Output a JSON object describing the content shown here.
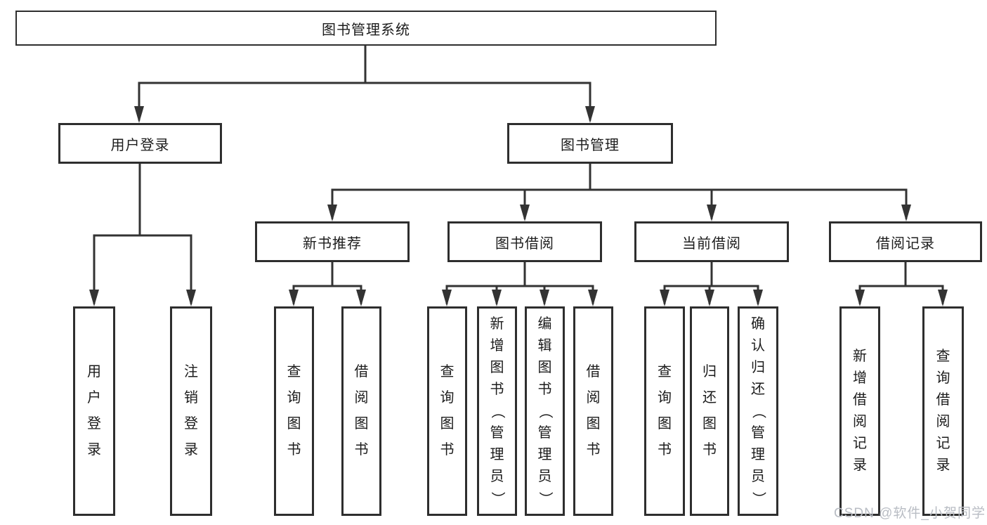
{
  "diagram": {
    "title": "图书管理系统",
    "nodes": [
      {
        "id": "root",
        "label": "图书管理系统",
        "level": 1,
        "parent": null
      },
      {
        "id": "user-login",
        "label": "用户登录",
        "level": 2,
        "parent": "root"
      },
      {
        "id": "book-mgmt",
        "label": "图书管理",
        "level": 2,
        "parent": "root"
      },
      {
        "id": "leaf-user-login",
        "label": "用户登录",
        "level": 3,
        "parent": "user-login"
      },
      {
        "id": "leaf-logout",
        "label": "注销登录",
        "level": 3,
        "parent": "user-login"
      },
      {
        "id": "new-book-rec",
        "label": "新书推荐",
        "level": 3,
        "parent": "book-mgmt"
      },
      {
        "id": "book-borrow",
        "label": "图书借阅",
        "level": 3,
        "parent": "book-mgmt"
      },
      {
        "id": "current-borrow",
        "label": "当前借阅",
        "level": 3,
        "parent": "book-mgmt"
      },
      {
        "id": "borrow-records",
        "label": "借阅记录",
        "level": 3,
        "parent": "book-mgmt"
      },
      {
        "id": "nbr-query",
        "label": "查询图书",
        "level": 4,
        "parent": "new-book-rec"
      },
      {
        "id": "nbr-borrow",
        "label": "借阅图书",
        "level": 4,
        "parent": "new-book-rec"
      },
      {
        "id": "bb-query",
        "label": "查询图书",
        "level": 4,
        "parent": "book-borrow"
      },
      {
        "id": "bb-add",
        "label": "新增图书（管理员）",
        "level": 4,
        "parent": "book-borrow"
      },
      {
        "id": "bb-edit",
        "label": "编辑图书（管理员）",
        "level": 4,
        "parent": "book-borrow"
      },
      {
        "id": "bb-borrow",
        "label": "借阅图书",
        "level": 4,
        "parent": "book-borrow"
      },
      {
        "id": "cb-query",
        "label": "查询图书",
        "level": 4,
        "parent": "current-borrow"
      },
      {
        "id": "cb-return",
        "label": "归还图书",
        "level": 4,
        "parent": "current-borrow"
      },
      {
        "id": "cb-confirm",
        "label": "确认归还（管理员）",
        "level": 4,
        "parent": "current-borrow"
      },
      {
        "id": "br-add",
        "label": "新增借阅记录",
        "level": 4,
        "parent": "borrow-records"
      },
      {
        "id": "br-query",
        "label": "查询借阅记录",
        "level": 4,
        "parent": "borrow-records"
      }
    ],
    "colors": {
      "line": "#333333",
      "box_border": "#2e2e2e",
      "text": "#1c1c1c",
      "background": "#ffffff",
      "watermark": "#b9bdc4"
    }
  },
  "watermark": {
    "text": "CSDN @软件_小贺同学"
  }
}
